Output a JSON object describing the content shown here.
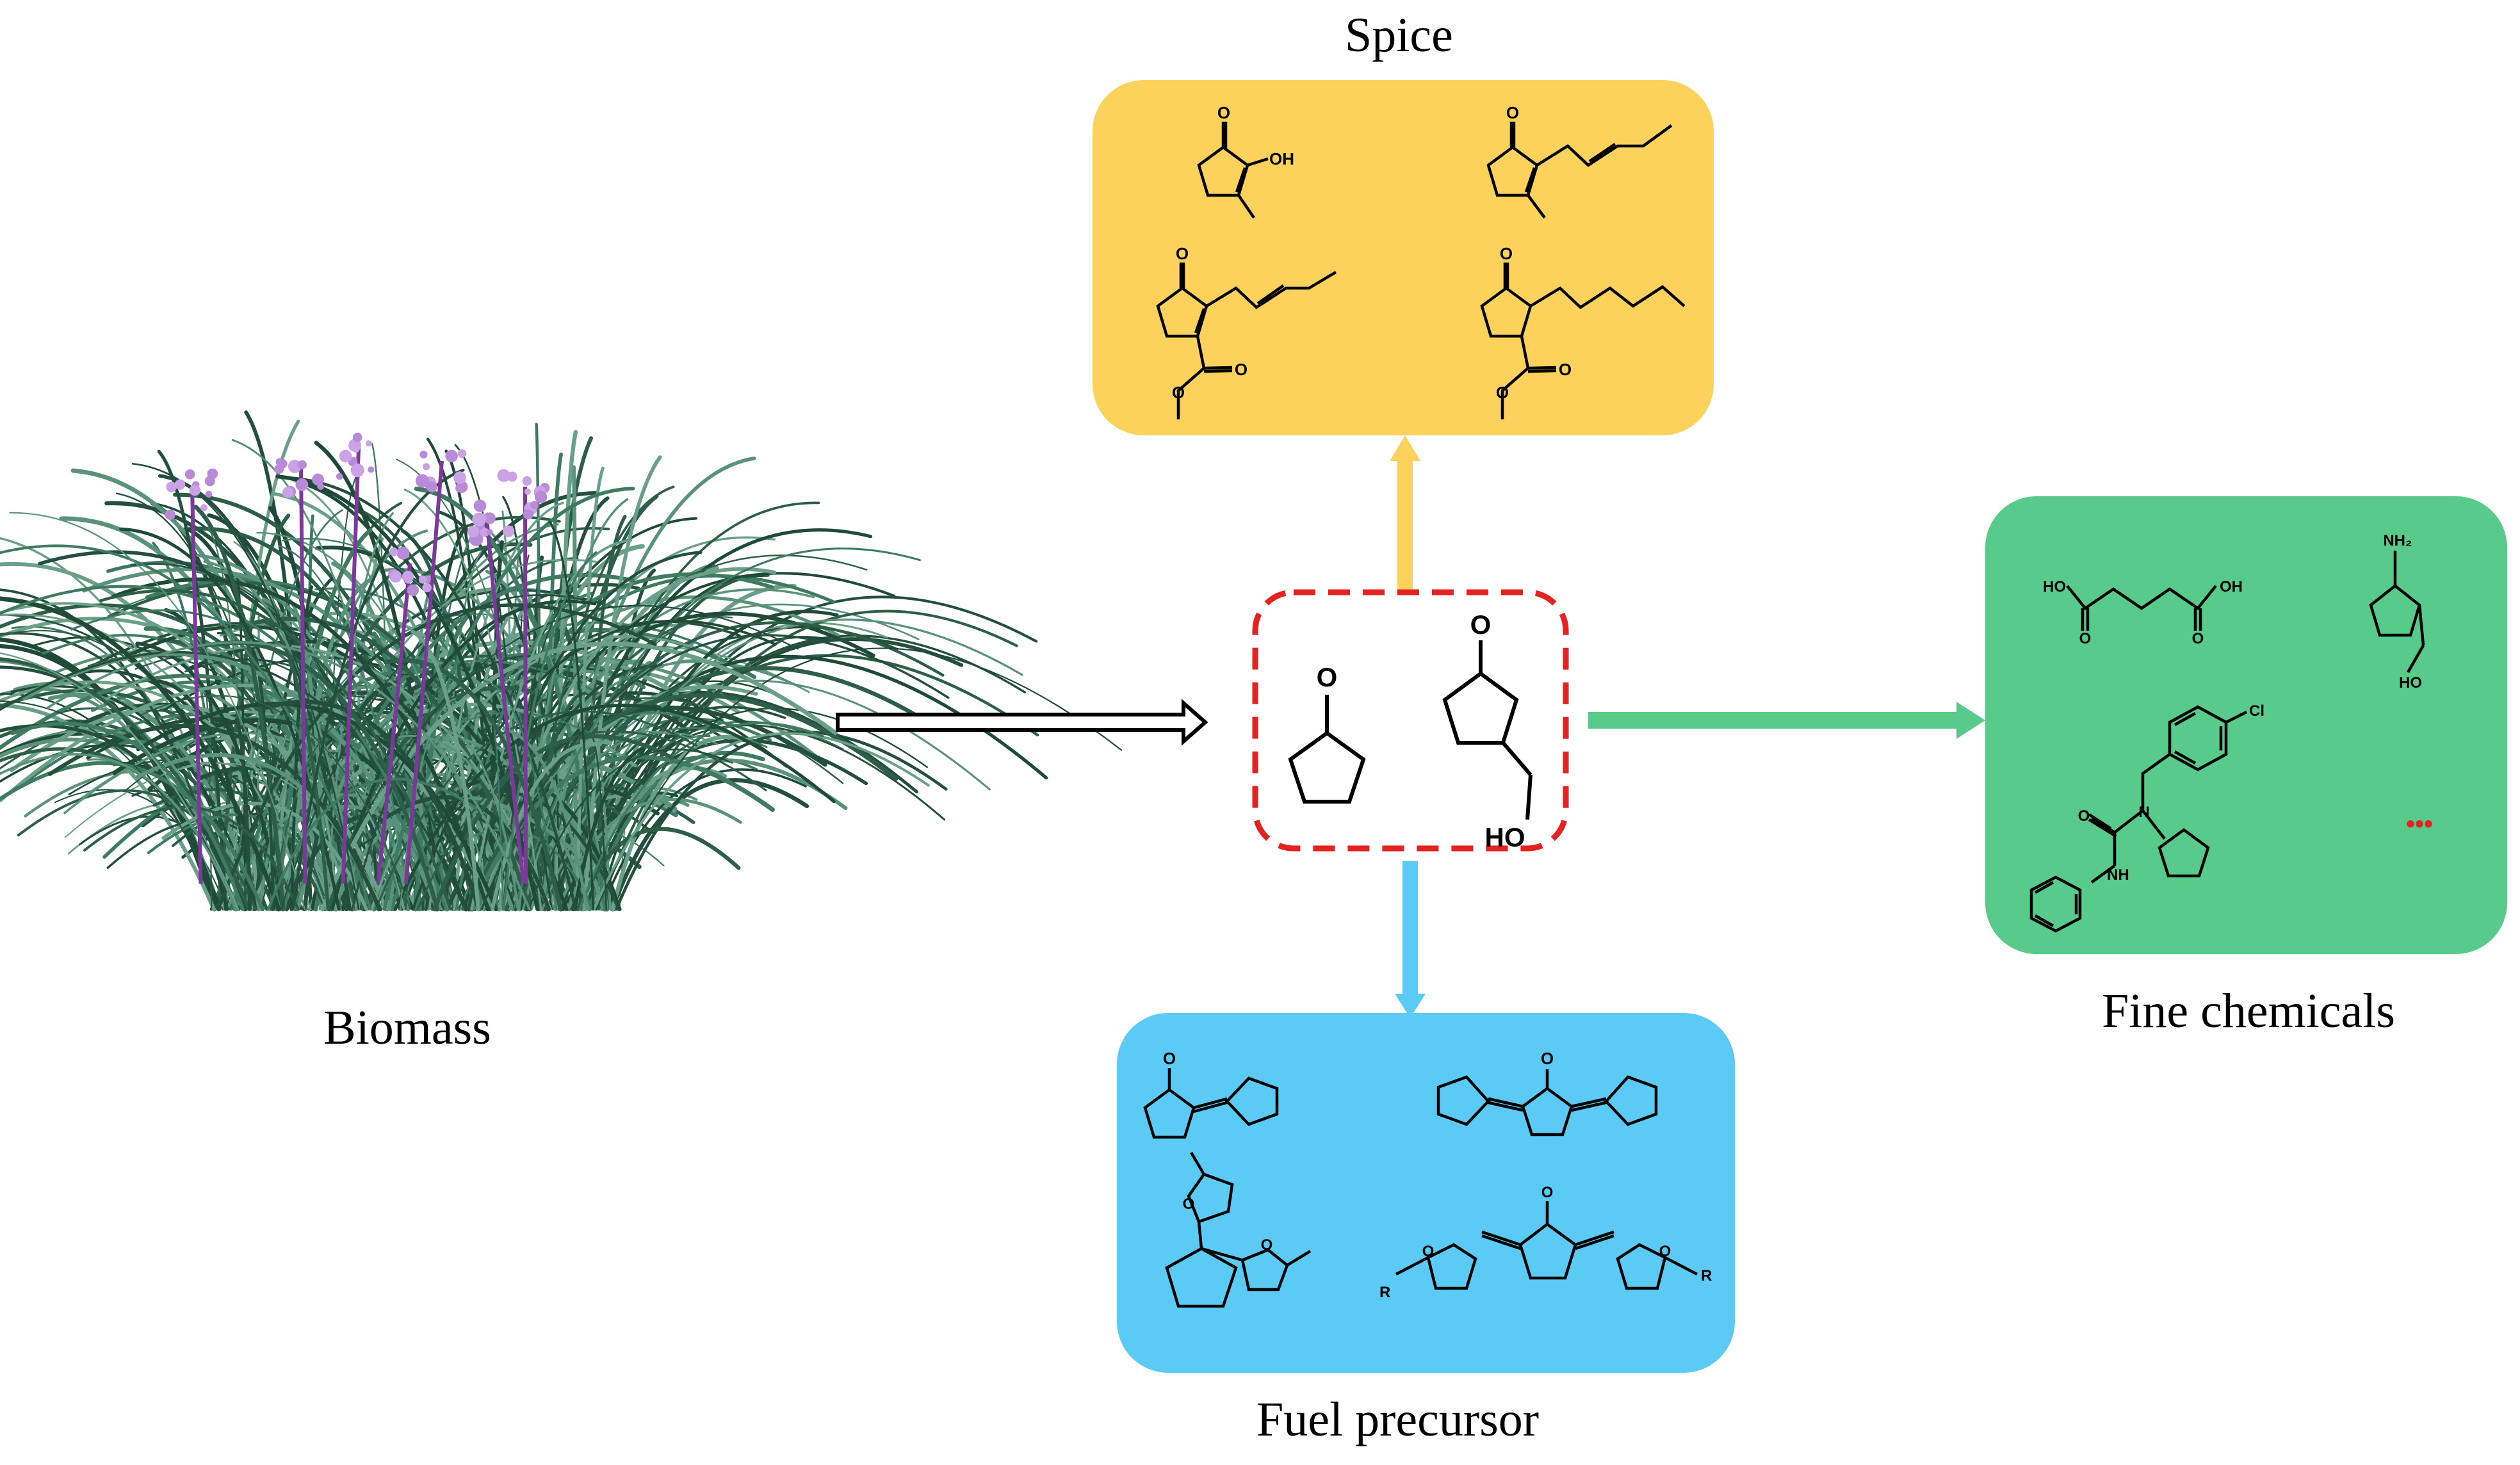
{
  "labels": {
    "spice": "Spice",
    "biomass": "Biomass",
    "fine_chemicals": "Fine chemicals",
    "fuel_precursor": "Fuel precursor"
  },
  "atoms": {
    "O": "O",
    "OH": "OH",
    "HO": "HO",
    "NH2": "NH₂",
    "NH": "NH",
    "N": "N",
    "Cl": "Cl",
    "R": "R"
  },
  "ellipsis": "•••",
  "colors": {
    "spice_box": "#FDD25C",
    "fine_box": "#58CB8B",
    "fuel_box": "#5BCBF5",
    "spice_arrow": "#FDD25C",
    "fine_arrow": "#58CB8B",
    "fuel_arrow": "#5BCBF5",
    "dashed_border": "#E32222",
    "ellipsis": "#E32222"
  },
  "icons": {
    "biomass": "grass-plant-illustration"
  }
}
